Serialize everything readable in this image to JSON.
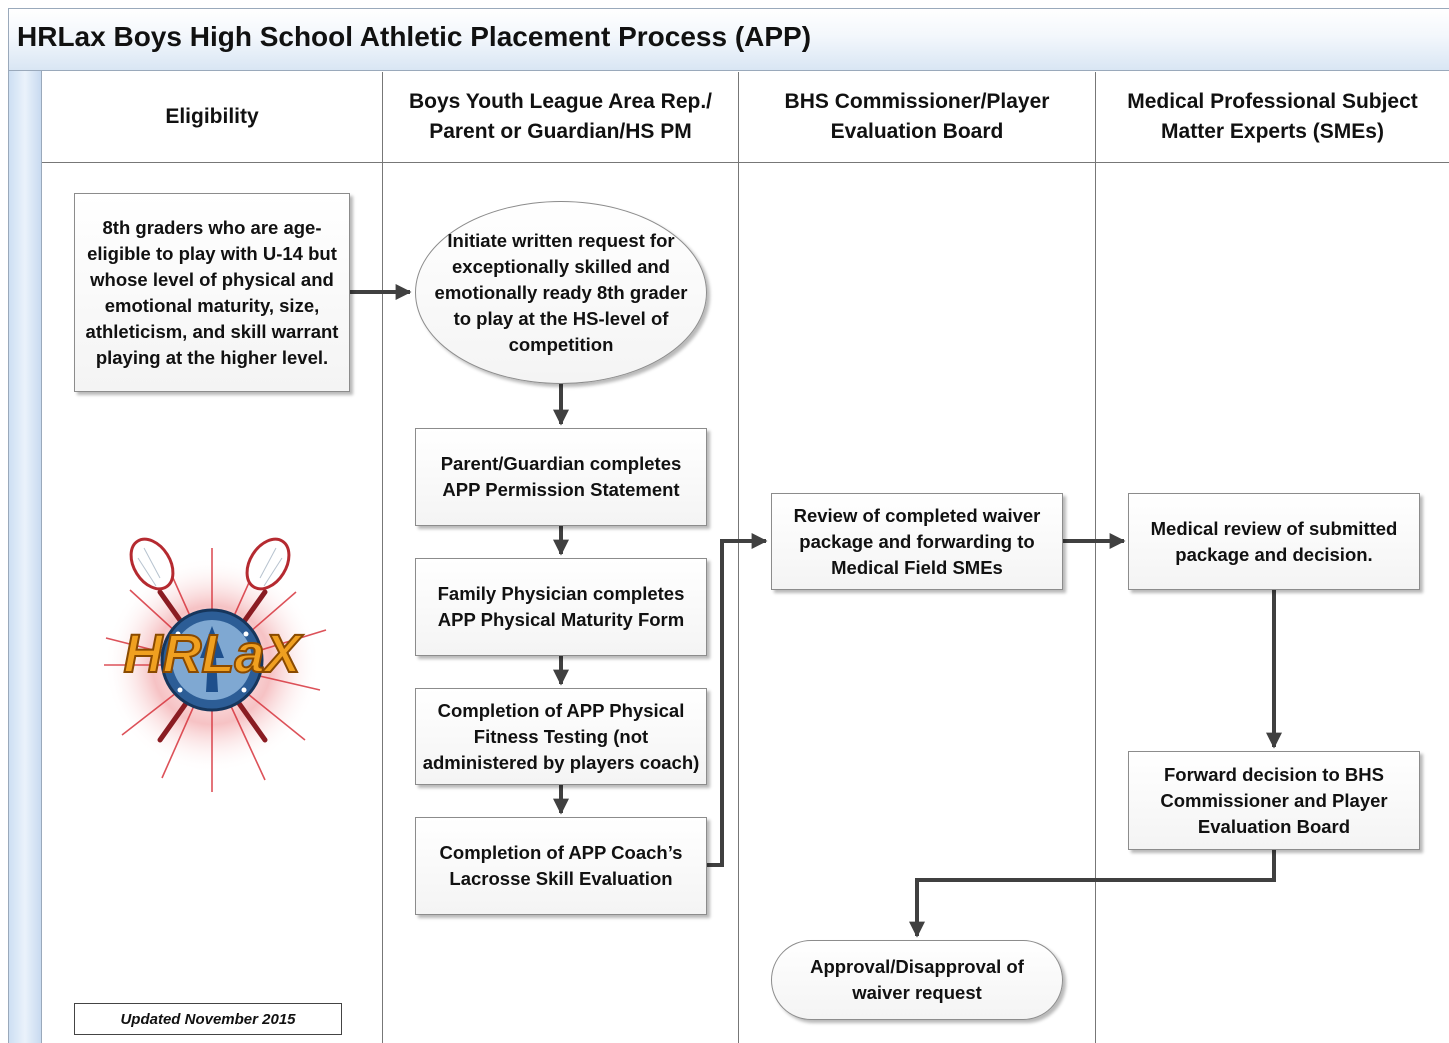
{
  "title": "HRLax Boys High School Athletic Placement Process (APP)",
  "lanes": [
    {
      "label": "Eligibility"
    },
    {
      "label": "Boys Youth League Area Rep./\nParent or Guardian/HS PM"
    },
    {
      "label": "BHS Commissioner/Player\nEvaluation Board"
    },
    {
      "label": "Medical Professional Subject\nMatter Experts (SMEs)"
    }
  ],
  "nodes": {
    "eligibility": "8th graders who are age-\neligible to play with U-14 but\nwhose level of physical and\nemotional maturity, size,\nathleticism, and skill warrant\nplaying at the higher level.",
    "initiate": "Initiate written request for\nexceptionally skilled and\nemotionally ready 8th grader\nto play at the HS-level of\ncompetition",
    "permission": "Parent/Guardian completes\nAPP Permission Statement",
    "physician": "Family Physician completes\nAPP Physical Maturity Form",
    "fitness": "Completion of APP Physical\nFitness Testing (not\nadministered by players coach)",
    "coach_eval": "Completion of APP Coach’s\nLacrosse Skill Evaluation",
    "review": "Review of completed waiver\npackage and forwarding to\nMedical Field SMEs",
    "medical_review": "Medical review of submitted\npackage and decision.",
    "forward": "Forward decision to BHS\nCommissioner and Player\nEvaluation Board",
    "approval": "Approval/Disapproval of\nwaiver request"
  },
  "logo": {
    "text": "HRLaX",
    "icon": "lacrosse-sticks-logo"
  },
  "footer": {
    "updated": "Updated November 2015"
  },
  "colors": {
    "connector": "#404040",
    "logo_orange": "#f0a020",
    "logo_blue": "#1e4f8c",
    "logo_red": "#c0282e"
  }
}
